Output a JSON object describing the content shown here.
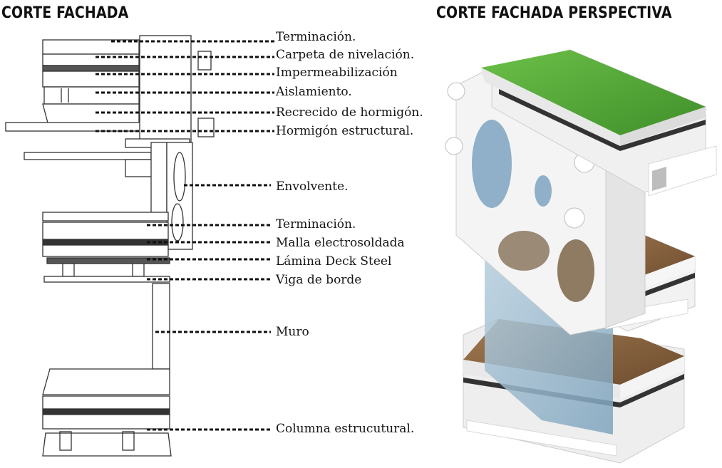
{
  "titles": {
    "left": "CORTE FACHADA",
    "right": "CORTE FACHADA PERSPECTIVA"
  },
  "labels": [
    "Terminación.",
    "Carpeta de nivelación.",
    "Impermeabilización",
    "Aislamiento.",
    "Recrecido de hormigón.",
    "Hormigón estructural.",
    "Envolvente.",
    "Terminación.",
    "Malla electrosoldada",
    "Lámina Deck Steel",
    "Viga de borde",
    "Muro",
    "Columna estrucutural."
  ],
  "colors": {
    "green_roof": "#5cae3a",
    "wood_floor": "#8a6440",
    "glass": "#a9c4d6",
    "concrete": "#f2f2f2",
    "line": "#222222"
  }
}
